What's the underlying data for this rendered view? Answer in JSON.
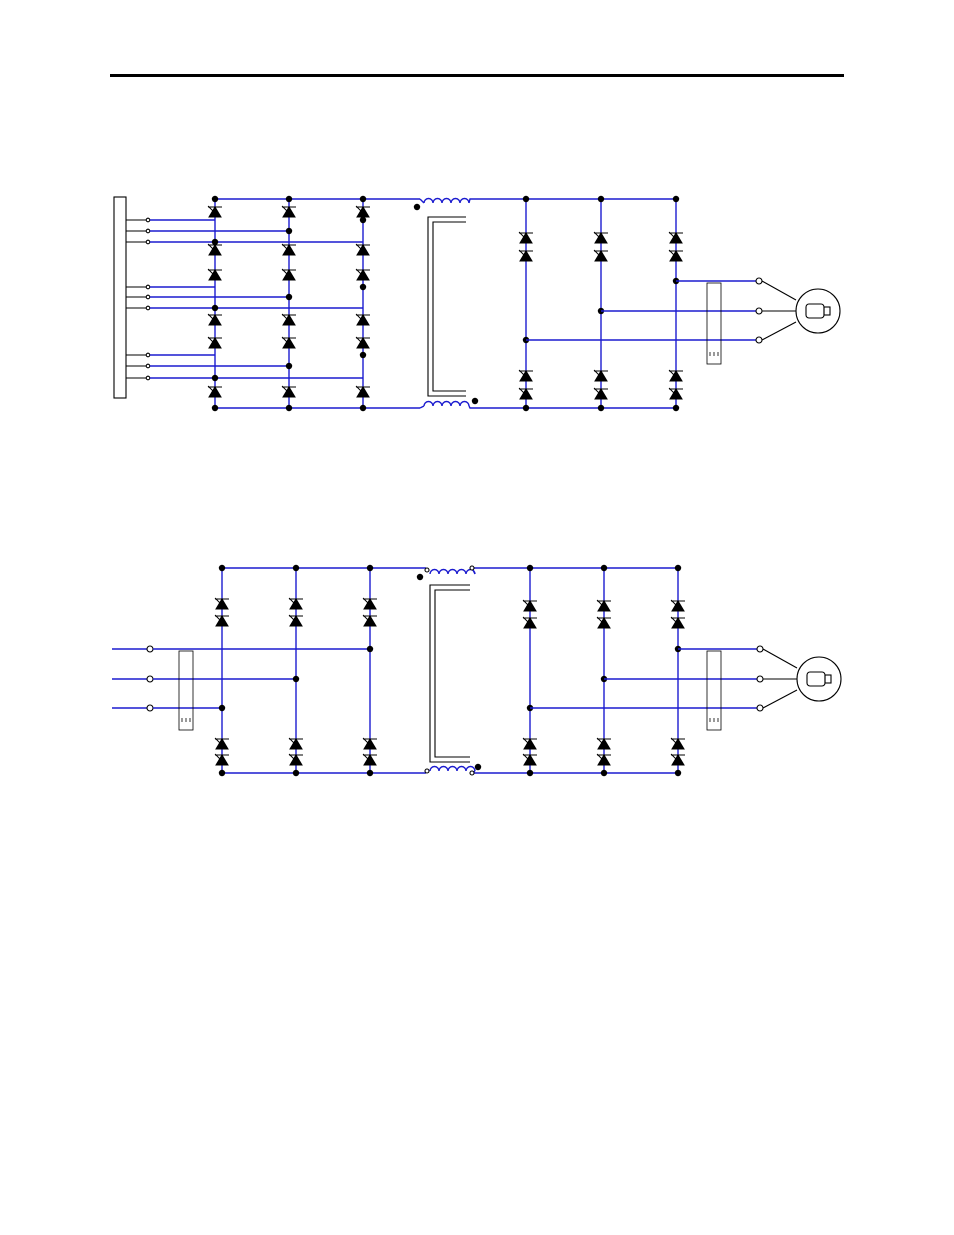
{
  "page": {
    "rule_color": "#000000"
  },
  "colors": {
    "wire": "#1c1ccf",
    "component": "#000000"
  },
  "diagrams": [
    {
      "id": "diagram-1",
      "description_text": "",
      "input": "multi-tap-source-bar",
      "input_taps": 9,
      "rectifier_bridge_legs": 3,
      "inverter_bridge_legs": 3,
      "coupling": "dc-link-inductor-pair",
      "load": "motor-icon"
    },
    {
      "id": "diagram-2",
      "description_text": "",
      "input": "three-phase-terminals",
      "input_taps": 3,
      "rectifier_bridge_legs": 3,
      "inverter_bridge_legs": 3,
      "coupling": "dc-link-inductor-pair",
      "load": "motor-icon"
    }
  ],
  "icons": {
    "thyristor": "thyristor-icon",
    "inductor": "inductor-icon",
    "motor": "motor-icon",
    "capacitor": "capacitor-icon",
    "terminal": "terminal-icon"
  }
}
